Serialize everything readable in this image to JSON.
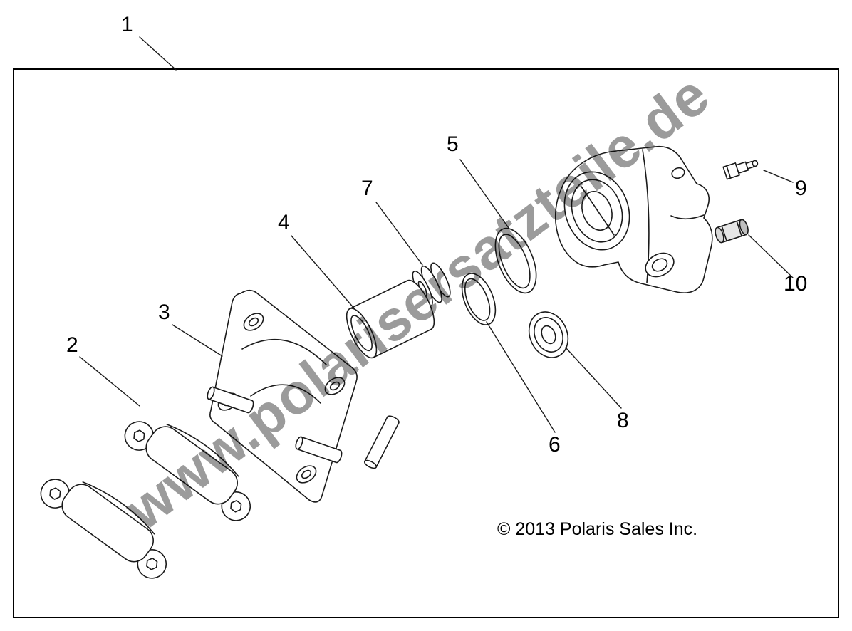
{
  "diagram": {
    "watermark": "www.polarisersatzteile.de",
    "copyright": "© 2013 Polaris Sales Inc.",
    "line_color": "#1a1a1a",
    "watermark_color": "#9b9b9b"
  },
  "callouts": [
    {
      "label": "1"
    },
    {
      "label": "2"
    },
    {
      "label": "3"
    },
    {
      "label": "4"
    },
    {
      "label": "5"
    },
    {
      "label": "6"
    },
    {
      "label": "7"
    },
    {
      "label": "8"
    },
    {
      "label": "9"
    },
    {
      "label": "10"
    }
  ]
}
